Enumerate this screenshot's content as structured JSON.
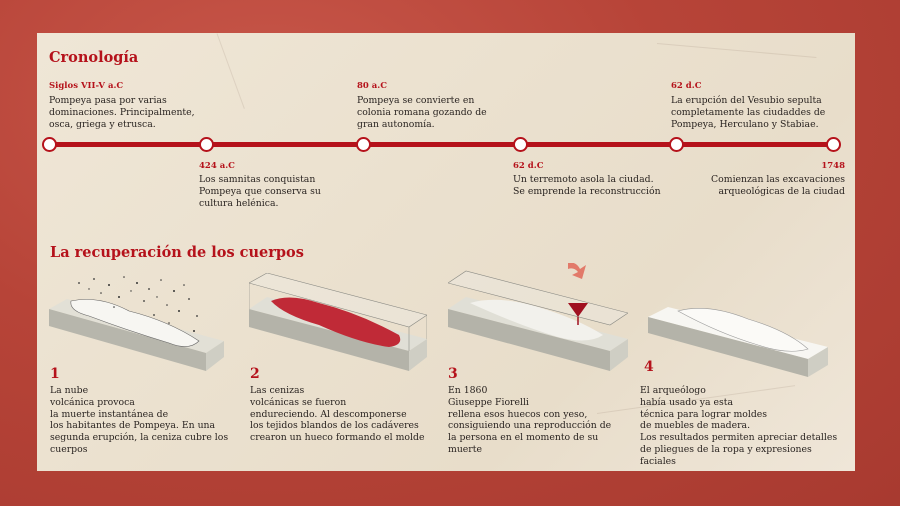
{
  "chronology": {
    "title": "Cronología",
    "events": [
      {
        "date": "Siglos VII-V a.C",
        "text": "Pompeya pasa por varias dominaciones. Principalmente, osca, griega y etrusca.",
        "position": "above"
      },
      {
        "date": "424 a.C",
        "text": "Los samnitas conquistan Pompeya que conserva su cultura helénica.",
        "position": "below"
      },
      {
        "date": "80 a.C",
        "text": "Pompeya se convierte en colonia romana gozando de gran autonomía.",
        "position": "above"
      },
      {
        "date": "62 d.C",
        "text": "Un terremoto asola la ciudad. Se emprende la reconstrucción",
        "position": "below"
      },
      {
        "date": "62 d.C",
        "text": "La erupción del Vesubio sepulta completamente las ciudaddes de Pompeya, Herculano y Stabiae.",
        "position": "above"
      },
      {
        "date": "1748",
        "text": "Comienzan las excavaciones arqueológicas de la ciudad",
        "position": "below"
      }
    ]
  },
  "recovery": {
    "title": "La recuperación de los cuerpos",
    "steps": [
      {
        "number": "1",
        "text": "La nube\nvolcánica provoca\nla muerte instantánea de\nlos habitantes de Pompeya. En una\nsegunda erupción, la ceniza cubre los\ncuerpos",
        "illustration": "body-covered-by-ash"
      },
      {
        "number": "2",
        "text": "Las cenizas\nvolcánicas se fueron\nendureciendo. Al descomponerse\nlos tejidos blandos de los cadáveres\ncrearon un hueco formando el molde",
        "illustration": "hollow-mold-red"
      },
      {
        "number": "3",
        "text": "En 1860\nGiuseppe Fiorelli\nrellena esos huecos con yeso,\nconsiguiendo una reproducción de\nla persona en el momento de su\nmuerte",
        "illustration": "plaster-pouring-funnel"
      },
      {
        "number": "4",
        "text": "El arqueólogo\nhabía usado ya esta\ntécnica para lograr moldes\nde muebles de madera.\nLos resultados permiten apreciar detalles\nde pliegues de la ropa y expresiones faciales",
        "illustration": "plaster-cast-body"
      }
    ]
  },
  "colors": {
    "accent": "#b5121b",
    "background": "#b74438",
    "paper": "#ece2d0"
  }
}
